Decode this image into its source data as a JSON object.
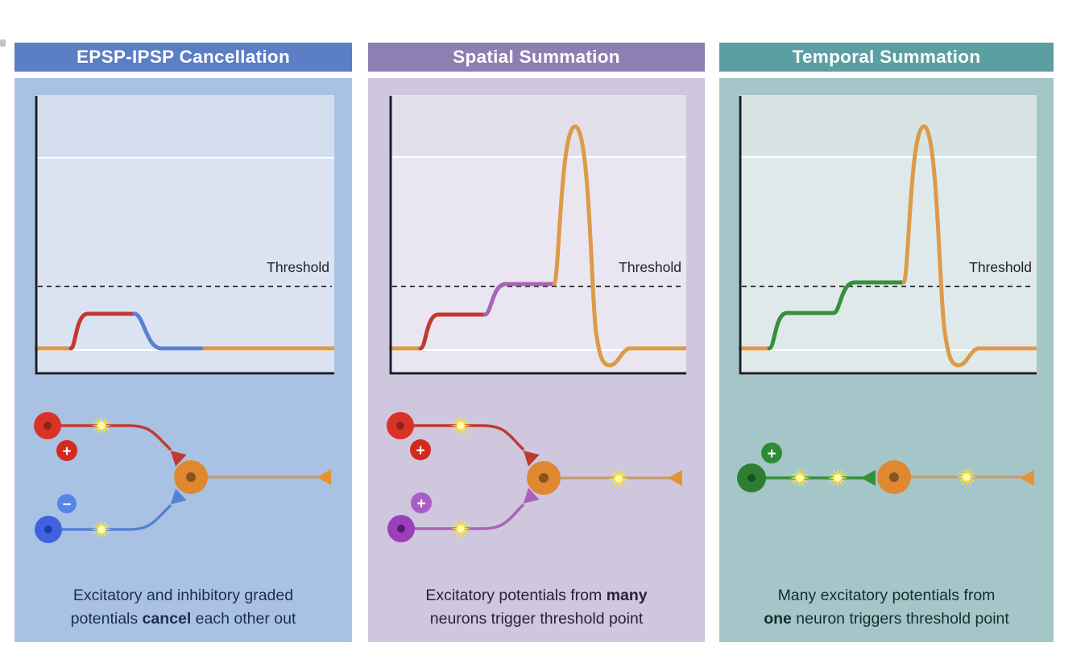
{
  "colors": {
    "orange": "#dd9a49",
    "red": "#c03a2e",
    "blue": "#5a80d5",
    "purple": "#aa62b8",
    "green": "#35903a",
    "yellow": "#f9e13c",
    "yellow_core": "#fffbb0",
    "axon_orange": "#c49a68",
    "terminal_orange": "#e59530",
    "soma": "#e0882f",
    "soma_core": "#8a5420",
    "neuron_red": "#d93327",
    "neuron_red_core": "#8c241a",
    "neuron_blue": "#3f62e0",
    "neuron_blue_core": "#1d3da8",
    "neuron_purple": "#9c3fbb",
    "neuron_purple_core": "#571a6e",
    "neuron_green": "#2e7d33",
    "neuron_green_core": "#155418",
    "badge_red": "#d5291d",
    "badge_blue": "#5585e8",
    "badge_purple": "#a85ec4",
    "badge_green": "#2e8b35",
    "axis": "#1a1d28",
    "gridline": "#ffffff",
    "threshold_line": "#3c3c3c",
    "threshold_text": "#222222",
    "p1_header": "#5b7ec4",
    "p1_body": "#a9c2e4",
    "p1_plot": "#dbe3f3",
    "p1_plot_upper": "#d4ddee",
    "p1_caption": "#1d2c55",
    "p2_header": "#8d7fb2",
    "p2_body": "#cec7de",
    "p2_plot": "#eae6f1",
    "p2_plot_upper": "#e3dfeb",
    "p2_caption": "#2b2138",
    "p3_header": "#5c9fa2",
    "p3_body": "#a4c6c9",
    "p3_plot": "#dfe9ea",
    "p3_plot_upper": "#d8e3e4",
    "p3_caption": "#12302f"
  },
  "panels": [
    {
      "title": "EPSP-IPSP Cancellation",
      "threshold_label": "Threshold",
      "trace_segment_colors": [
        "orange",
        "red",
        "blue",
        "orange"
      ],
      "inputs": [
        {
          "sign": "+",
          "color": "red"
        },
        {
          "sign": "−",
          "color": "blue"
        }
      ],
      "caption": {
        "l1_pre": "Excitatory and inhibitory graded",
        "l1_bold": "",
        "l1_post": "",
        "l2_pre": "potentials ",
        "l2_bold": "cancel",
        "l2_post": " each other out"
      }
    },
    {
      "title": "Spatial Summation",
      "threshold_label": "Threshold",
      "trace_segment_colors": [
        "orange",
        "red",
        "purple",
        "orange-spike",
        "orange"
      ],
      "inputs": [
        {
          "sign": "+",
          "color": "red"
        },
        {
          "sign": "+",
          "color": "purple"
        }
      ],
      "caption": {
        "l1_pre": "Excitatory potentials from ",
        "l1_bold": "many",
        "l1_post": "",
        "l2_pre": "neurons trigger threshold point",
        "l2_bold": "",
        "l2_post": ""
      }
    },
    {
      "title": "Temporal Summation",
      "threshold_label": "Threshold",
      "trace_segment_colors": [
        "orange",
        "green",
        "green",
        "orange-spike",
        "orange"
      ],
      "inputs": [
        {
          "sign": "+",
          "color": "green"
        }
      ],
      "caption": {
        "l1_pre": "Many excitatory potentials from",
        "l1_bold": "",
        "l1_post": "",
        "l2_pre": "",
        "l2_bold": "one",
        "l2_post": " neuron triggers threshold point"
      }
    }
  ]
}
